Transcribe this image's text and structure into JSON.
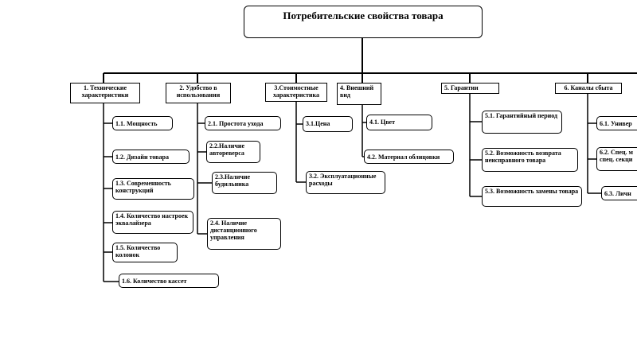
{
  "root": "Потребительские свойства товара",
  "categories": [
    {
      "label": "1. Технические характеристики",
      "items": [
        "1.1. Мощность",
        "1.2. Дизайн товара",
        "1.3. Современность конструкций",
        "1.4. Количество настроек эквалайзера",
        "1.5. Количество колонок",
        "1.6. Количество кассет"
      ]
    },
    {
      "label": "2. Удобство в использовании",
      "items": [
        "2.1. Простота ухода",
        "2.2.Наличие автореверса",
        "2.3.Наличие будильника",
        "2.4. Наличие дистанционного управления"
      ]
    },
    {
      "label": "3.Стоимостные характеристика",
      "items": [
        "3.1.Цена",
        "3.2. Эксплуатационные расходы"
      ]
    },
    {
      "label": "4. Внешний вид",
      "items": [
        "4.1. Цвет",
        "4.2. Материал облицовки"
      ]
    },
    {
      "label": "5. Гарантии",
      "items": [
        "5.1. Гарантийный период",
        "5.2. Возможность возврата неисправного товара",
        "5.3. Возможность замены товара"
      ]
    },
    {
      "label": "6. Каналы сбыта",
      "items": [
        "6.1. Универ",
        "6.2. Спец. м спец. секци",
        "6.3. Личн"
      ]
    }
  ]
}
